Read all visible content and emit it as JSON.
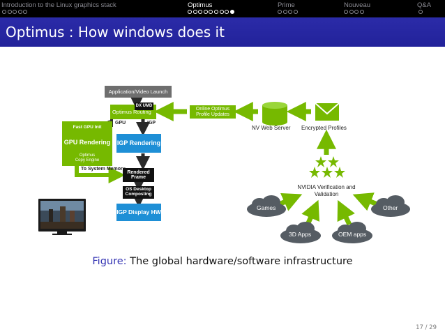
{
  "navigation": {
    "sections": [
      {
        "label": "Introduction to the Linux graphics stack",
        "subsections": 5,
        "current": -1
      },
      {
        "label": "Optimus",
        "subsections": 9,
        "current": 8
      },
      {
        "label": "Prime",
        "subsections": 4,
        "current": -1
      },
      {
        "label": "Nouveau",
        "subsections": 4,
        "current": -1
      },
      {
        "label": "Q&A",
        "subsections": 1,
        "current": -1
      }
    ],
    "active_section": 1
  },
  "frame_title": "Optimus : How windows does it",
  "figure": {
    "diagram": {
      "app_launch": "Application/Video Launch",
      "optimus_routing": "Optimus Routing",
      "dx_umd": "DX UMD",
      "gpu_label": "GPU",
      "igp_label": "IGP",
      "fast_gpu_init": "Fast GPU Init",
      "gpu_rendering": "GPU Rendering",
      "copy_engine": "Optimus Copy Engine",
      "to_system_memory": "To System Memory",
      "igp_rendering": "IGP Rendering",
      "rendered_frame": "Rendered Frame",
      "os_desktop": "OS Desktop Composting",
      "igp_display": "IGP Display HW",
      "online_updates": "Online Optimus Profile Updates",
      "nv_web_server": "NV Web Server",
      "encrypted_profiles": "Encrypted Profiles",
      "nvidia_verification": "NVIDIA Verification and Validation",
      "games": "Games",
      "other": "Other",
      "apps_3d": "3D Apps",
      "oem_apps": "OEM apps"
    },
    "caption_label": "Figure:",
    "caption": "The global hardware/software infrastructure"
  },
  "page_number": "17 / 29",
  "colors": {
    "nvidia_green": "#76b900",
    "intel_blue": "#1e8fd6",
    "title_blue": "#2323a0",
    "cloud_gray": "#555c63"
  }
}
